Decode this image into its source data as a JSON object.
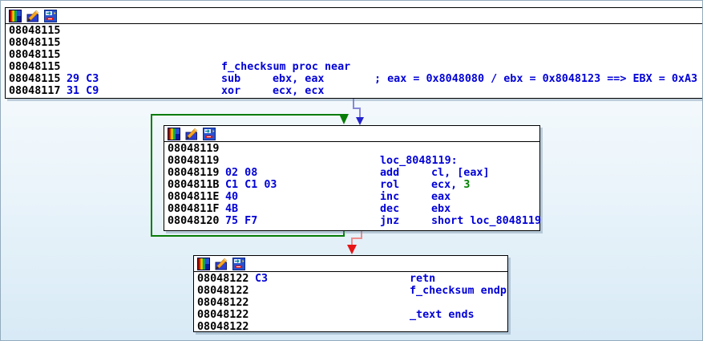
{
  "app": {
    "name": "IDA graph view",
    "function_name": "f_checksum"
  },
  "colors": {
    "code_text": "#0101d8",
    "address_text": "#000000",
    "number_literal": "#008000",
    "node_background": "#ffffff",
    "node_border": "#000000",
    "edge_jump_taken": "#077d07",
    "edge_fall_through_line": "#ee8c8c",
    "edge_fall_through_head": "#e61414",
    "edge_normal_line": "#8888da",
    "edge_normal_head": "#2323cd"
  },
  "node_toolbar": {
    "icons": [
      {
        "name": "node-color-icon"
      },
      {
        "name": "edit-icon"
      },
      {
        "name": "group-node-icon"
      }
    ]
  },
  "edges": [
    {
      "from": "block-entry",
      "to": "block-loop",
      "type": "normal",
      "color": "#2323cd"
    },
    {
      "from": "block-loop",
      "to": "block-loop",
      "type": "jump-taken-loop-back",
      "color": "#077d07"
    },
    {
      "from": "block-loop",
      "to": "block-exit",
      "type": "fall-through",
      "color": "#e61414"
    }
  ],
  "blocks": [
    {
      "id": "block-entry",
      "rows": [
        {
          "addr": "08048115"
        },
        {
          "addr": "08048115"
        },
        {
          "addr": "08048115"
        },
        {
          "addr": "08048115",
          "mn": "f_checksum proc near"
        },
        {
          "addr": "08048115",
          "bytes": "29 C3",
          "mn": "sub",
          "ops": "ebx, eax",
          "cmt": "; eax = 0x8048080 / ebx = 0x8048123 ==> EBX = 0xA3"
        },
        {
          "addr": "08048117",
          "bytes": "31 C9",
          "mn": "xor",
          "ops": "ecx, ecx"
        }
      ]
    },
    {
      "id": "block-loop",
      "rows": [
        {
          "addr": "08048119"
        },
        {
          "addr": "08048119",
          "mn": "loc_8048119:"
        },
        {
          "addr": "08048119",
          "bytes": "02 08",
          "mn": "add",
          "ops": "cl, [eax]"
        },
        {
          "addr": "0804811B",
          "bytes": "C1 C1 03",
          "mn": "rol",
          "ops": "ecx, ",
          "ops_g": "3"
        },
        {
          "addr": "0804811E",
          "bytes": "40",
          "mn": "inc",
          "ops": "eax"
        },
        {
          "addr": "0804811F",
          "bytes": "4B",
          "mn": "dec",
          "ops": "ebx"
        },
        {
          "addr": "08048120",
          "bytes": "75 F7",
          "mn": "jnz",
          "ops": "short loc_8048119"
        }
      ]
    },
    {
      "id": "block-exit",
      "rows": [
        {
          "addr": "08048122",
          "bytes": "C3",
          "mn": "retn"
        },
        {
          "addr": "08048122",
          "mn": "f_checksum endp"
        },
        {
          "addr": "08048122"
        },
        {
          "addr": "08048122",
          "mn": "_text ends"
        },
        {
          "addr": "08048122"
        }
      ]
    }
  ]
}
